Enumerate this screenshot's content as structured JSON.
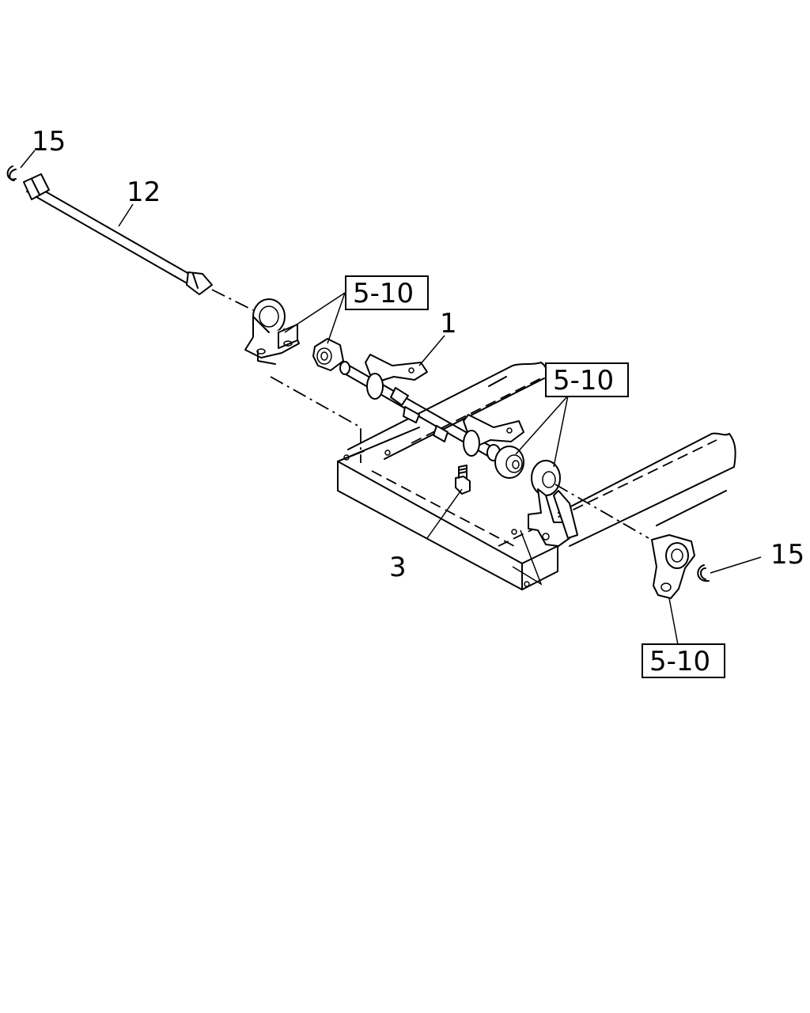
{
  "callouts": {
    "c15_top": "15",
    "c12": "12",
    "c5_10_a": "5-10",
    "c1": "1",
    "c5_10_b": "5-10",
    "c3": "3",
    "c15_right": "15",
    "c5_10_c": "5-10"
  }
}
